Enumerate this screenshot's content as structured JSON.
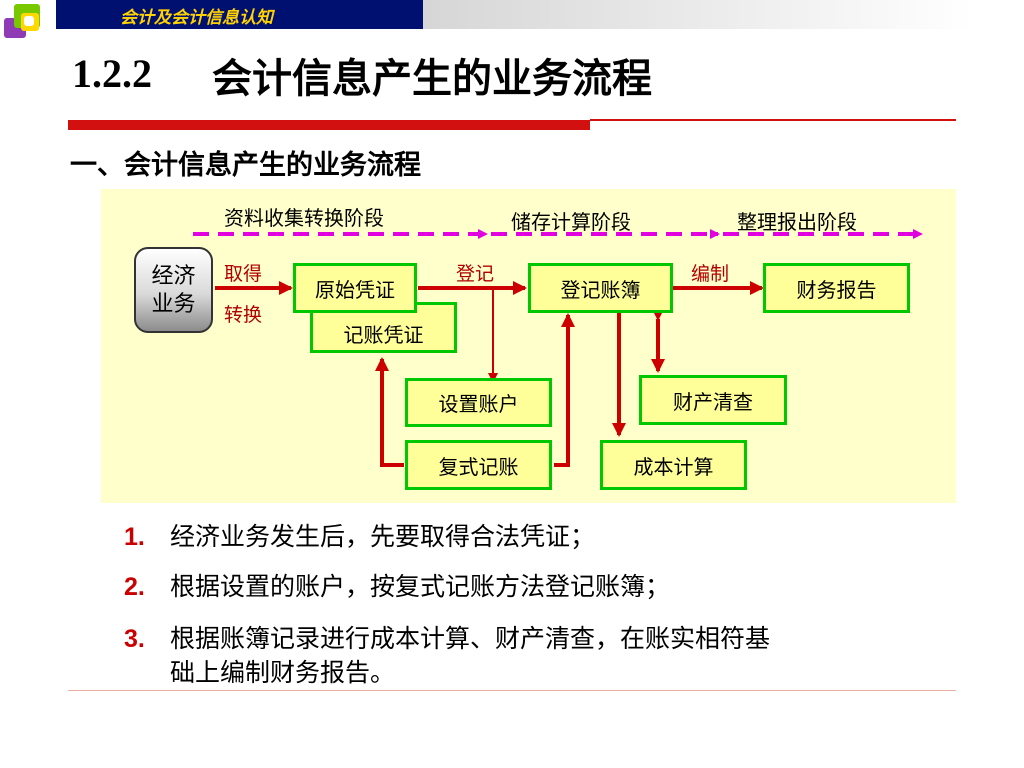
{
  "header": {
    "banner": "会计及会计信息认知"
  },
  "title": {
    "number": "1.2.2",
    "text": "会计信息产生的业务流程"
  },
  "subtitle": "一、会计信息产生的业务流程",
  "diagram": {
    "stages": [
      "资料收集转换阶段",
      "储存计算阶段",
      "整理报出阶段"
    ],
    "econ_line1": "经济",
    "econ_line2": "业务",
    "labels": {
      "obtain": "取得",
      "convert": "转换",
      "record": "登记",
      "compile": "编制"
    },
    "boxes": {
      "original_voucher": "原始凭证",
      "accounting_voucher": "记账凭证",
      "ledger": "登记账簿",
      "report": "财务报告",
      "set_accounts": "设置账户",
      "double_entry": "复式记账",
      "inventory_check": "财产清查",
      "cost_calc": "成本计算"
    }
  },
  "points": [
    {
      "num": "1.",
      "text": "经济业务发生后，先要取得合法凭证；"
    },
    {
      "num": "2.",
      "text": "根据设置的账户，按复式记账方法登记账簿；"
    },
    {
      "num": "3.",
      "text": "根据账簿记录进行成本计算、财产清查，在账实相符基",
      "text2": "础上编制财务报告。"
    }
  ],
  "colors": {
    "banner": "#001070",
    "accent_red": "#d31010",
    "box_border": "#00c800",
    "arrow": "#cc0000",
    "stage_dash": "#e000e0"
  }
}
